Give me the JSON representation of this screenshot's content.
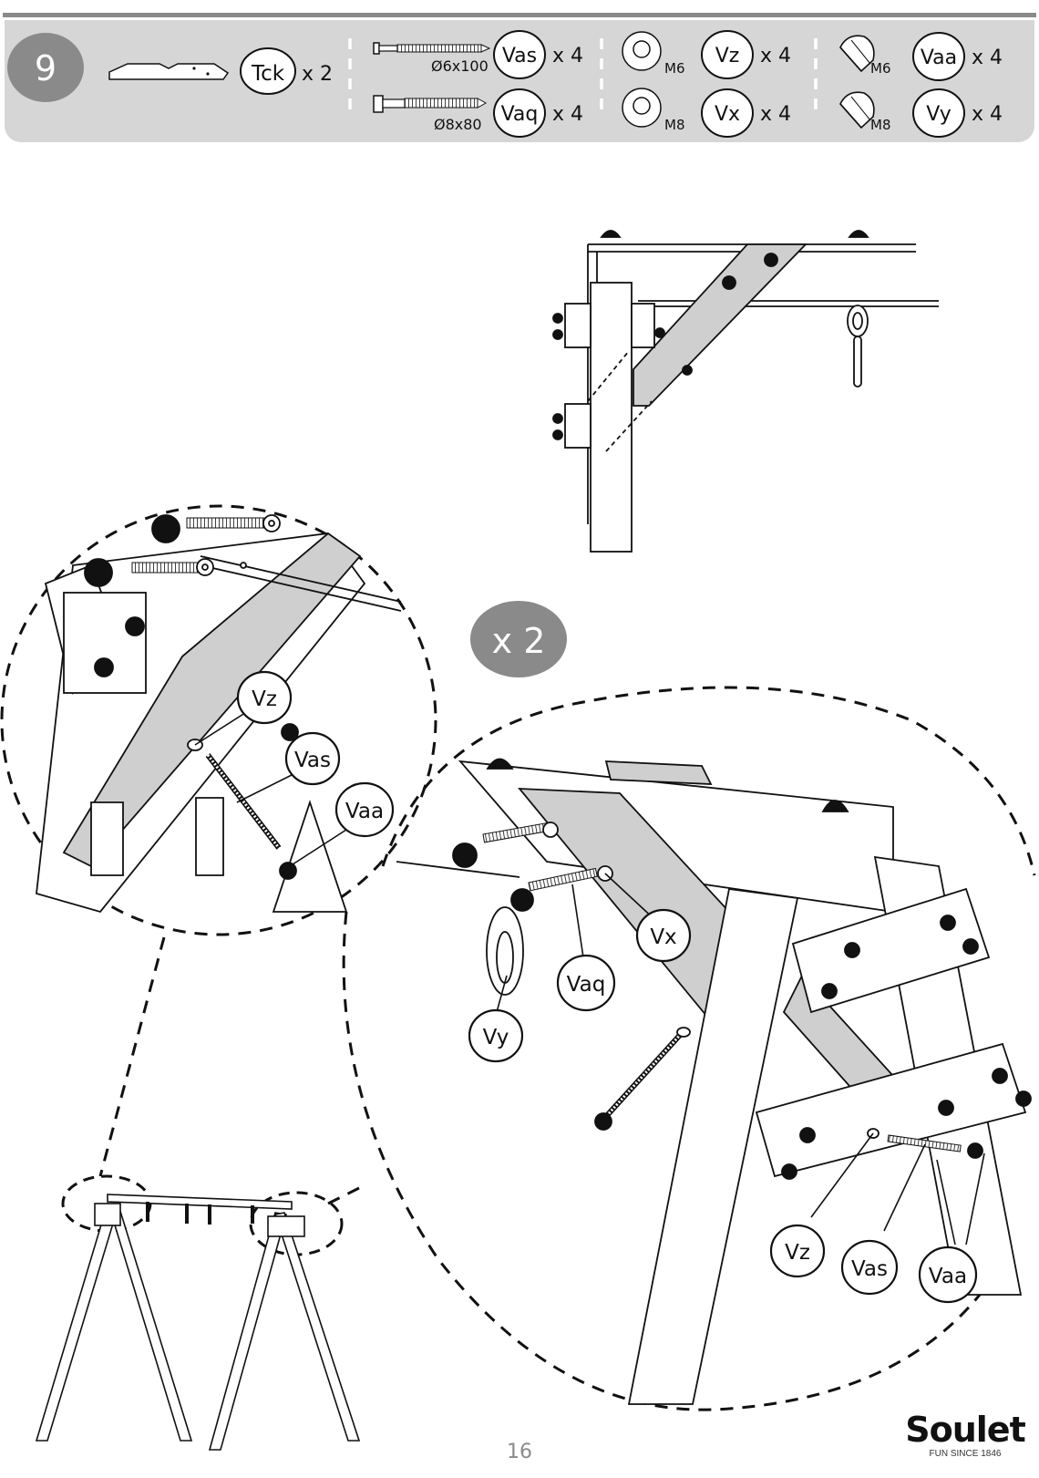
{
  "step": {
    "number": "9",
    "repeat": "x 2"
  },
  "parts": [
    {
      "code": "Tck",
      "qty": "x 2",
      "shape": "wooden-brace",
      "spec": ""
    },
    {
      "code": "Vas",
      "qty": "x 4",
      "shape": "lag-screw",
      "spec": "Ø6x100"
    },
    {
      "code": "Vaq",
      "qty": "x 4",
      "shape": "hex-bolt",
      "spec": "Ø8x80"
    },
    {
      "code": "Vz",
      "qty": "x 4",
      "shape": "washer",
      "spec": "M6"
    },
    {
      "code": "Vx",
      "qty": "x 4",
      "shape": "washer",
      "spec": "M8"
    },
    {
      "code": "Vaa",
      "qty": "x 4",
      "shape": "cap-nut",
      "spec": "M6"
    },
    {
      "code": "Vy",
      "qty": "x 4",
      "shape": "cap-nut",
      "spec": "M8"
    }
  ],
  "callouts": {
    "left_detail": [
      "Vz",
      "Vas",
      "Vaa"
    ],
    "right_detail": [
      "Vx",
      "Vaq",
      "Vy",
      "Vz",
      "Vas",
      "Vaa"
    ]
  },
  "footer": {
    "page_number": "16",
    "brand": "Soulet",
    "tagline": "FUN SINCE 1846"
  },
  "colors": {
    "header_band": "#d6d6d6",
    "step_badge": "#8a8a8a",
    "brace_fill": "#cfcfcf",
    "ink": "#111111"
  }
}
